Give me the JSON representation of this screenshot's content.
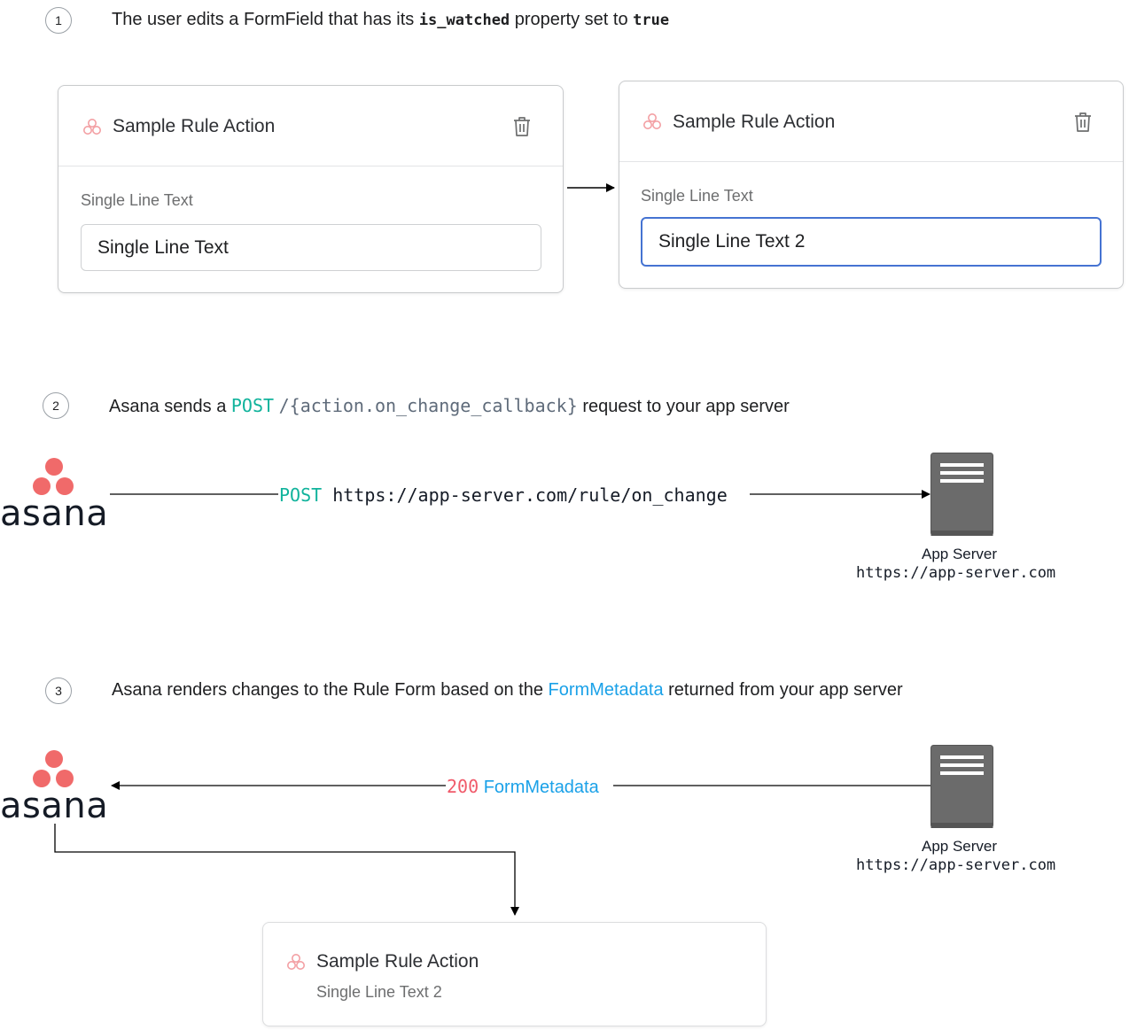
{
  "step1": {
    "number": "1",
    "text_before": "The user edits a FormField that has its ",
    "code_property": "is_watched",
    "text_middle": " property set to ",
    "code_value": "true"
  },
  "card_before": {
    "title": "Sample Rule Action",
    "field_label": "Single Line Text",
    "field_value": "Single Line Text"
  },
  "card_after": {
    "title": "Sample Rule Action",
    "field_label": "Single Line Text",
    "field_value": "Single Line Text 2"
  },
  "step2": {
    "number": "2",
    "text_before": "Asana sends a ",
    "method": "POST",
    "path": "/{action.on_change_callback}",
    "text_after": " request to your app server"
  },
  "request_edge": {
    "method": "POST",
    "url": "https://app-server.com/rule/on_change"
  },
  "asana_logo": {
    "wordmark": "asana"
  },
  "server": {
    "label": "App Server",
    "url": "https://app-server.com"
  },
  "step3": {
    "number": "3",
    "text_before": "Asana renders changes to the Rule Form based on the ",
    "highlight": "FormMetadata",
    "text_after": " returned from your app server"
  },
  "response_edge": {
    "status": "200",
    "body": "FormMetadata"
  },
  "card_result": {
    "title": "Sample Rule Action",
    "subtitle": "Single Line Text 2"
  },
  "colors": {
    "asana_coral": "#f06a6a",
    "method_green": "#11b39c",
    "metadata_blue": "#1aa1e8",
    "status_red": "#f05a6a",
    "focus_blue": "#4573d2",
    "server_gray": "#6b6b6b"
  },
  "icons": [
    "asana-rule-icon",
    "trash-icon",
    "server-icon"
  ]
}
